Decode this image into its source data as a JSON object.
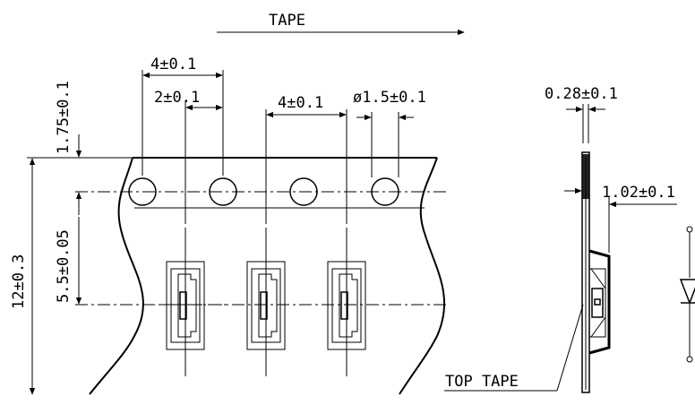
{
  "labels": {
    "tape_direction": "TAPE",
    "pitch_4_top": "4±0.1",
    "hole_to_pocket_2": "2±0.1",
    "pitch_4_mid": "4±0.1",
    "hole_diameter": "ø1.5±0.1",
    "edge_to_hole": "1.75±0.1",
    "hole_to_pocket_row": "5.5±0.05",
    "tape_width": "12±0.3",
    "tape_thickness": "0.28±0.1",
    "pocket_depth": "1.02±0.1",
    "top_tape": "TOP TAPE"
  },
  "colors": {
    "ink": "#000000",
    "background": "#ffffff"
  },
  "icons": {
    "direction_arrow": "arrow-right-icon",
    "diode_symbol": "diode-icon"
  }
}
